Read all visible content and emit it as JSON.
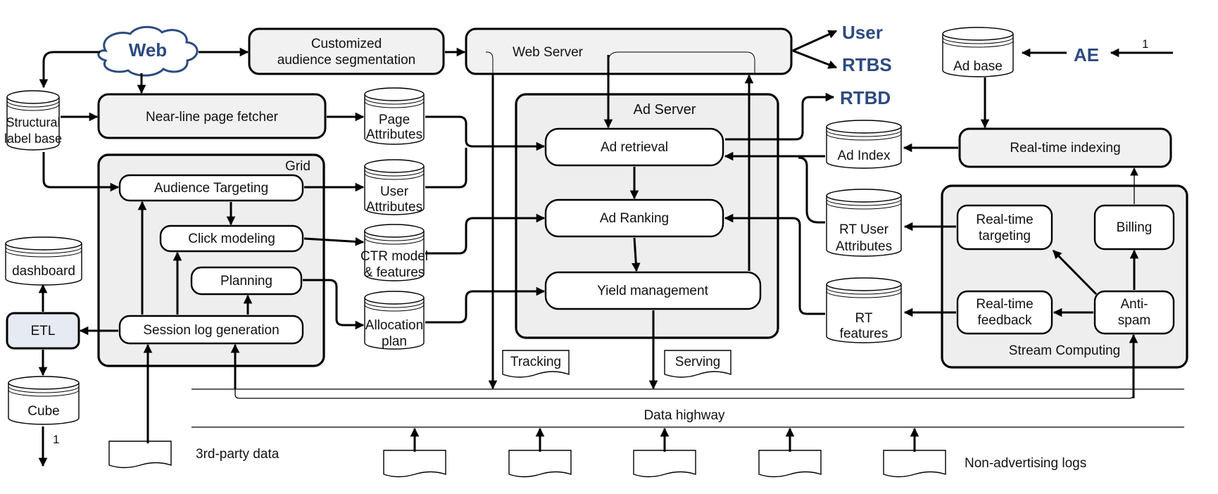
{
  "labels": {
    "web": "Web",
    "customized_1": "Customized",
    "customized_2": "audience segmentation",
    "web_server": "Web Server",
    "user": "User",
    "rtbs": "RTBS",
    "rtbd": "RTBD",
    "ae": "AE",
    "ae_num": "1",
    "ad_base": "Ad base",
    "structural_1": "Structural",
    "structural_2": "label base",
    "nearline": "Near-line page fetcher",
    "page_attr_1": "Page",
    "page_attr_2": "Attributes",
    "grid": "Grid",
    "audience_targeting": "Audience Targeting",
    "user_attr_1": "User",
    "user_attr_2": "Attributes",
    "click_modeling": "Click modeling",
    "ctr_1": "CTR model",
    "ctr_2": "& features",
    "planning": "Planning",
    "session_log": "Session log generation",
    "allocation_1": "Allocation",
    "allocation_2": "plan",
    "dashboard": "dashboard",
    "etl": "ETL",
    "cube": "Cube",
    "cube_num": "1",
    "ad_server": "Ad Server",
    "ad_retrieval": "Ad retrieval",
    "ad_ranking": "Ad Ranking",
    "yield_management": "Yield management",
    "ad_index": "Ad Index",
    "realtime_indexing": "Real-time indexing",
    "rt_user_1": "RT User",
    "rt_user_2": "Attributes",
    "rt_features_1": "RT",
    "rt_features_2": "features",
    "rt_targeting_1": "Real-time",
    "rt_targeting_2": "targeting",
    "billing": "Billing",
    "rt_feedback_1": "Real-time",
    "rt_feedback_2": "feedback",
    "antispam_1": "Anti-",
    "antispam_2": "spam",
    "stream_computing": "Stream Computing",
    "tracking": "Tracking",
    "serving": "Serving",
    "data_highway": "Data highway",
    "third_party": "3rd-party data",
    "non_adv_logs": "Non-advertising logs"
  }
}
